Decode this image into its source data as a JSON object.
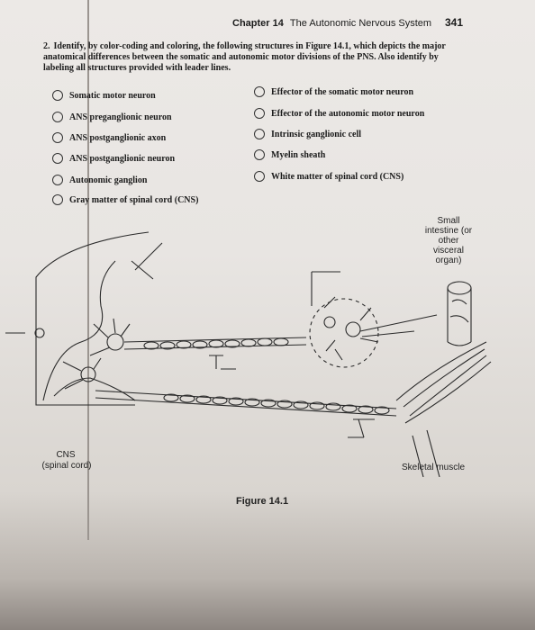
{
  "header": {
    "chapter": "Chapter 14",
    "title": "The Autonomic Nervous System",
    "page_number": "341"
  },
  "question": {
    "number": "2.",
    "text": "Identify, by color-coding and coloring, the following structures in Figure 14.1, which depicts the major anatomical differences between the somatic and autonomic motor divisions of the PNS. Also identify by labeling all structures provided with leader lines."
  },
  "options_left": [
    "Somatic motor neuron",
    "ANS preganglionic neuron",
    "ANS postganglionic axon",
    "ANS postganglionic neuron",
    "Autonomic ganglion",
    "Gray matter of spinal cord (CNS)"
  ],
  "options_right": [
    "Effector of the somatic motor neuron",
    "Effector of the autonomic motor neuron",
    "Intrinsic ganglionic cell",
    "Myelin sheath",
    "White matter of spinal cord (CNS)"
  ],
  "figure": {
    "label_intestine": "Small intestine (or other visceral organ)",
    "label_cns_1": "CNS",
    "label_cns_2": "(spinal cord)",
    "label_muscle": "Skeletal muscle",
    "caption": "Figure 14.1"
  }
}
